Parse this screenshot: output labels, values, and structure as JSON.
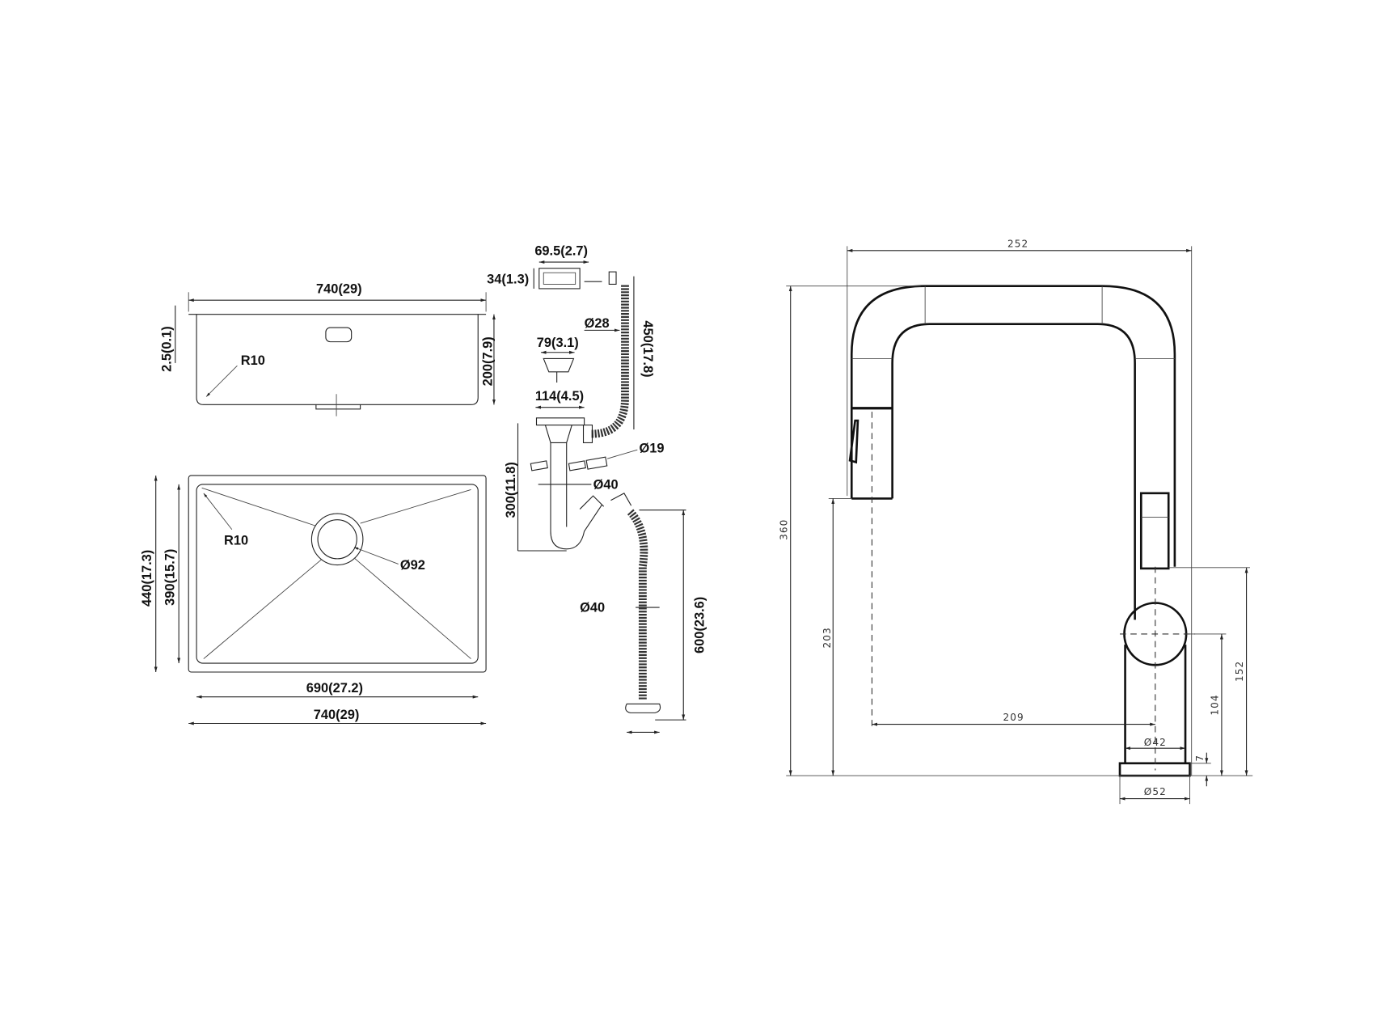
{
  "sink_side": {
    "width": "740(29)",
    "flange": "2.5(0.1)",
    "depth": "200(7.9)",
    "radius": "R10"
  },
  "sink_top": {
    "outer_depth": "440(17.3)",
    "inner_depth": "390(15.7)",
    "radius": "R10",
    "drain": "Ø92",
    "inner_width": "690(27.2)",
    "outer_width": "740(29)"
  },
  "plumbing": {
    "overflow_w": "69.5(2.7)",
    "overflow_h": "34(1.3)",
    "hose_d": "Ø28",
    "hose_len": "450(17.8)",
    "strainer": "79(3.1)",
    "flange_d": "114(4.5)",
    "trap_h": "300(11.8)",
    "inlet": "Ø19",
    "pipe": "Ø40",
    "drain_hose": "Ø40",
    "drain_len": "600(23.6)"
  },
  "faucet": {
    "width": "252",
    "height": "360",
    "spout_h": "203",
    "reach": "209",
    "lever_h": "152",
    "body_h": "104",
    "body_d": "Ø42",
    "base_h": "7",
    "base_d": "Ø52"
  }
}
